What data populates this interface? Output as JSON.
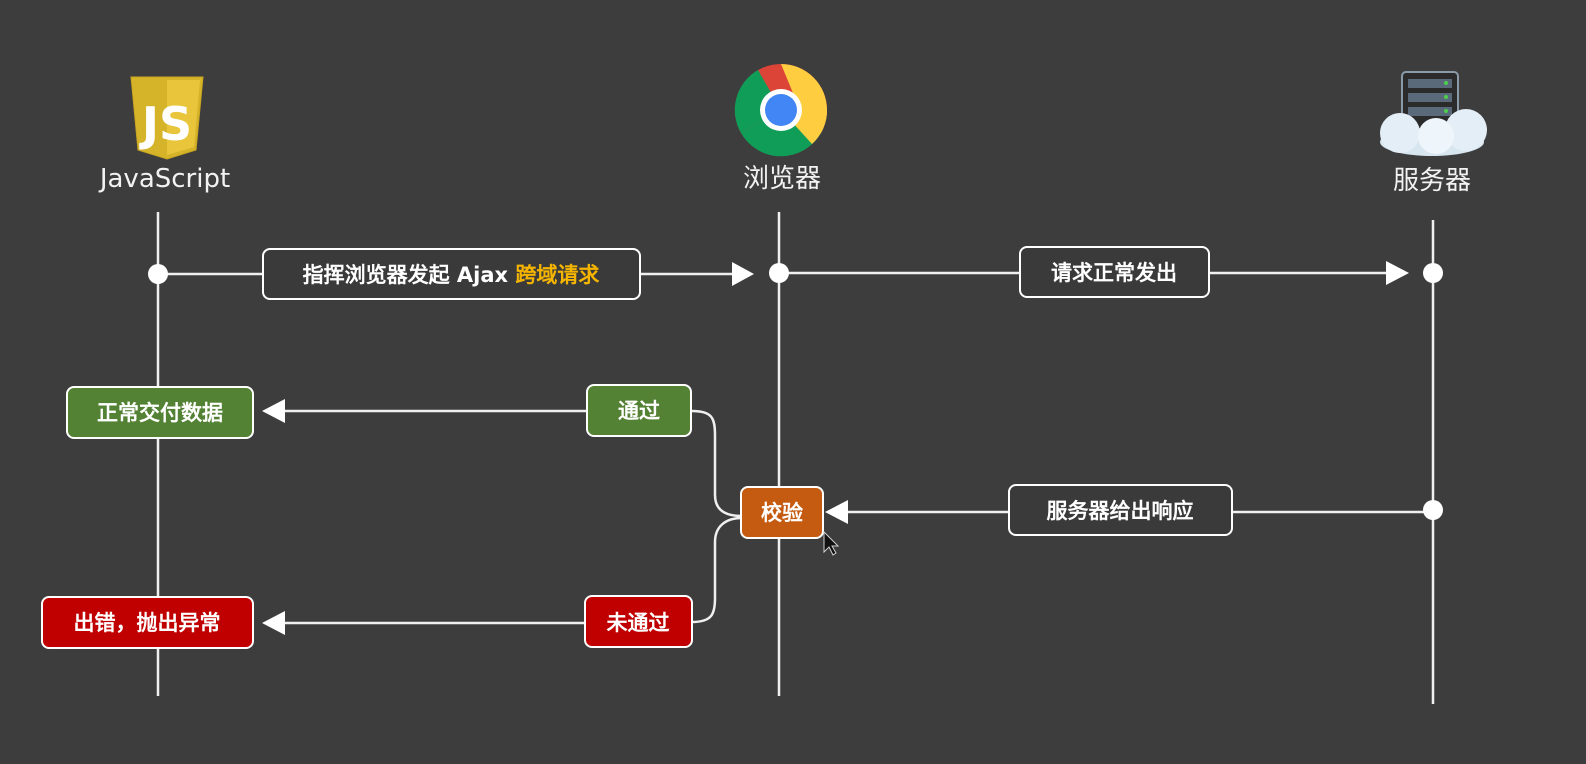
{
  "actors": {
    "js": {
      "label": "JavaScript",
      "icon": "javascript-logo-icon",
      "logo_text": "JS"
    },
    "browser": {
      "label": "浏览器",
      "icon": "chrome-logo-icon"
    },
    "server": {
      "label": "服务器",
      "icon": "server-cloud-icon"
    }
  },
  "messages": {
    "request_prefix": "指挥浏览器发起 Ajax ",
    "request_highlight": "跨域请求",
    "forward": "请求正常发出",
    "response": "服务器给出响应",
    "check": "校验",
    "pass": "通过",
    "fail": "未通过",
    "deliver": "正常交付数据",
    "error": "出错，抛出异常"
  },
  "colors": {
    "background": "#3d3d3d",
    "box_dark": "#3a3a3a",
    "box_green": "#548235",
    "box_red": "#c00000",
    "box_orange": "#c55a11",
    "highlight": "#f5b400"
  }
}
